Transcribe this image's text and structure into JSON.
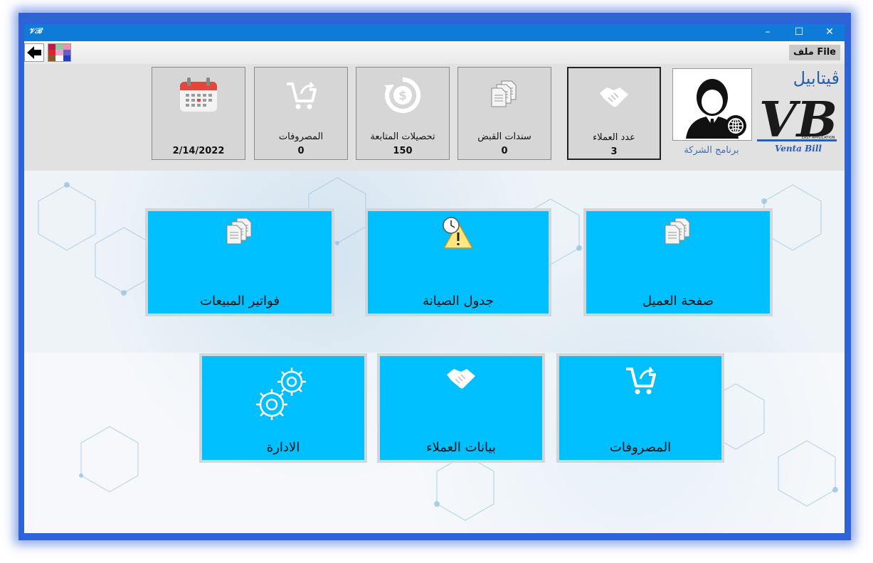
{
  "window": {
    "app_icon": "𝒱ℬ",
    "controls": {
      "minimize": "–",
      "maximize": "☐",
      "close": "✕"
    }
  },
  "toolbar": {
    "file_menu": "ملف File",
    "back_icon": "back-arrow-icon",
    "palette_icon": "color-palette-icon"
  },
  "header": {
    "stats": [
      {
        "label": "عدد العملاء",
        "value": "3",
        "icon": "handshake-icon"
      },
      {
        "label": "سندات القبض",
        "value": "0",
        "icon": "documents-icon"
      },
      {
        "label": "تحصيلات المتابعة",
        "value": "150",
        "icon": "dollar-cycle-icon"
      },
      {
        "label": "المصروفات",
        "value": "0",
        "icon": "cart-icon"
      },
      {
        "label": "",
        "value": "2/14/2022",
        "icon": "calendar-icon"
      }
    ],
    "company_label": "برنامج الشركة",
    "logo": {
      "brand_ar": "ڤيتابيل",
      "mark": "VB",
      "tagline": "EASY APPLICATION",
      "name": "Venta Bill"
    }
  },
  "tiles": [
    {
      "label": "صفحة العميل",
      "icon": "documents-icon"
    },
    {
      "label": "جدول الصيانة",
      "icon": "clock-warning-icon"
    },
    {
      "label": "فواتير المبيعات",
      "icon": "documents-icon"
    },
    {
      "label": "المصروفات",
      "icon": "cart-icon"
    },
    {
      "label": "بيانات العملاء",
      "icon": "handshake-icon"
    },
    {
      "label": "الادارة",
      "icon": "gears-icon"
    }
  ],
  "colors": {
    "tile": "#00bfff",
    "titlebar": "#0f7bd8",
    "frame": "#2d62d8",
    "header": "#e1e1e1"
  }
}
